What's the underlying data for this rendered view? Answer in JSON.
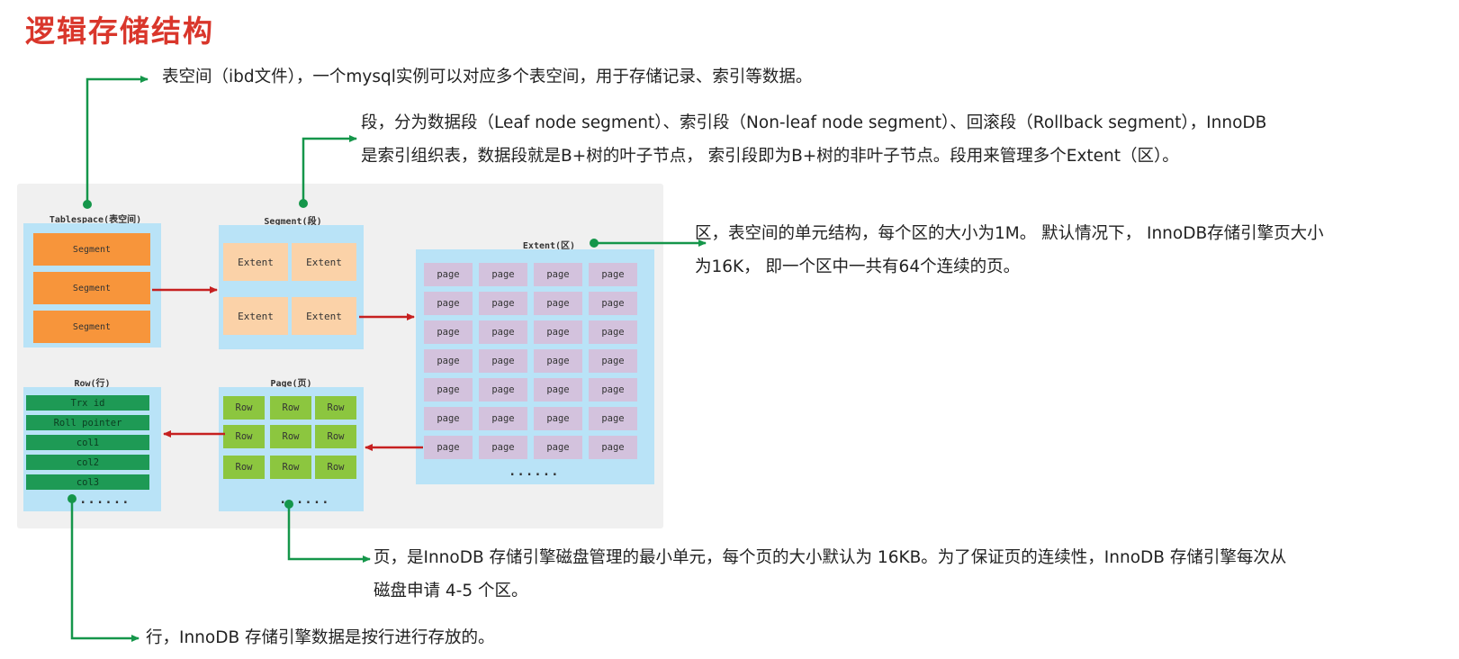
{
  "page": {
    "title": "逻辑存储结构"
  },
  "notes": {
    "tablespace": [
      "表空间（ibd文件），一个mysql实例可以对应多个表空间，用于存储记录、索引等数据。"
    ],
    "segment": [
      "段，分为数据段（Leaf node segment）、索引段（Non-leaf node segment）、回滚段（Rollback segment），InnoDB",
      "是索引组织表，数据段就是B+树的叶子节点， 索引段即为B+树的非叶子节点。段用来管理多个Extent（区）。"
    ],
    "extent": [
      "区，表空间的单元结构，每个区的大小为1M。 默认情况下， InnoDB存储引擎页大小",
      "为16K， 即一个区中一共有64个连续的页。"
    ],
    "page": [
      "页，是InnoDB 存储引擎磁盘管理的最小单元，每个页的大小默认为 16KB。为了保证页的连续性，InnoDB 存储引擎每次从",
      "磁盘申请 4-5 个区。"
    ],
    "row": [
      "行，InnoDB 存储引擎数据是按行进行存放的。"
    ]
  },
  "diagram": {
    "tablespace": {
      "label": "Tablespace(表空间)",
      "items": [
        "Segment",
        "Segment",
        "Segment"
      ]
    },
    "segment": {
      "label": "Segment(段)",
      "items": [
        "Extent",
        "Extent",
        "Extent",
        "Extent"
      ]
    },
    "extent": {
      "label": "Extent(区)",
      "item": "page",
      "more": "......"
    },
    "page": {
      "label": "Page(页)",
      "item": "Row",
      "more": "......"
    },
    "row": {
      "label": "Row(行)",
      "fields": [
        "Trx id",
        "Roll pointer",
        "col1",
        "col2",
        "col3"
      ],
      "more": "......"
    }
  },
  "colors": {
    "title": "#d9362b",
    "connector": "#15964a",
    "flow_arrow": "#c62020",
    "box": "#b9e3f7",
    "segment": "#f7953b",
    "extent": "#fbd2a8",
    "page": "#d3c2dd",
    "row": "#8cc63f",
    "row_field": "#1e9a55"
  }
}
